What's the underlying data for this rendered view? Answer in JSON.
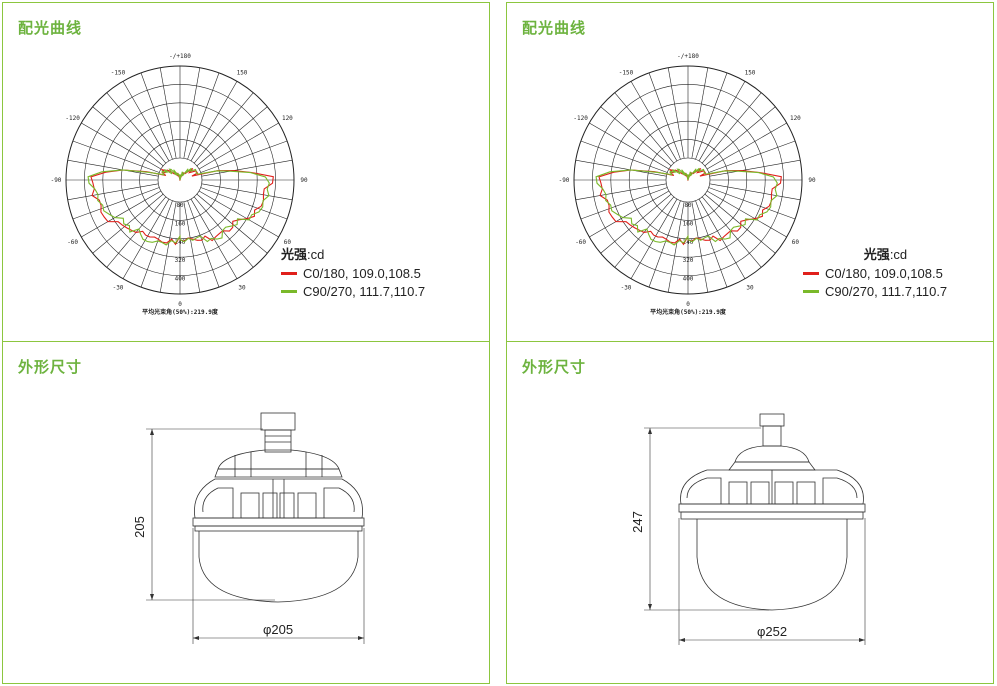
{
  "panels": [
    {
      "title": "配光曲线",
      "polar": {
        "angle_labels": [
          "-/+180",
          "-150",
          "150",
          "-120",
          "120",
          "-90",
          "90",
          "-60",
          "60",
          "-30",
          "30",
          "0"
        ],
        "radial_labels": [
          "80",
          "160",
          "240",
          "320",
          "400"
        ],
        "bottom_note": "平均光束角(50%):219.9度"
      },
      "legend": {
        "title": "光强",
        "unit": ":cd",
        "entries": [
          {
            "label": "C0/180, 109.0,108.5",
            "color": "#e0201b"
          },
          {
            "label": "C90/270, 111.7,110.7",
            "color": "#7ab92a"
          }
        ]
      }
    },
    {
      "title": "配光曲线",
      "polar": {
        "angle_labels": [
          "-/+180",
          "-150",
          "150",
          "-120",
          "120",
          "-90",
          "90",
          "-60",
          "60",
          "-30",
          "30",
          "0"
        ],
        "radial_labels": [
          "80",
          "160",
          "240",
          "320",
          "400"
        ],
        "bottom_note": "平均光束角(50%):219.9度"
      },
      "legend": {
        "title": "光强",
        "unit": ":cd",
        "entries": [
          {
            "label": "C0/180, 109.0,108.5",
            "color": "#e0201b"
          },
          {
            "label": "C90/270, 111.7,110.7",
            "color": "#7ab92a"
          }
        ]
      }
    },
    {
      "title": "外形尺寸",
      "dims": {
        "height": "205",
        "diameter": "φ205"
      }
    },
    {
      "title": "外形尺寸",
      "dims": {
        "height": "247",
        "diameter": "φ252"
      }
    }
  ]
}
